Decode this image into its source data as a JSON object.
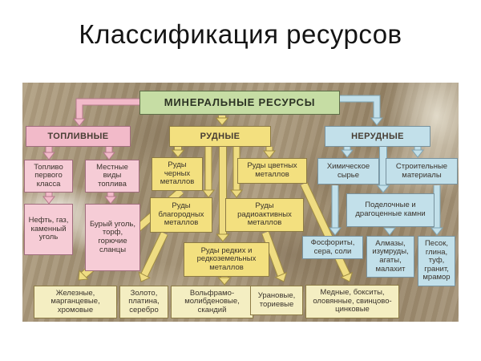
{
  "title": "Классификация ресурсов",
  "colors": {
    "green_box": "#c6dda4",
    "pink_box": "#f2bac9",
    "pink_light_box": "#f6ccd6",
    "yellow_box": "#f3e07f",
    "yellow_pale_box": "#f4eec2",
    "blue_box": "#c2e0ea",
    "arrow_pink": "#f2bac9",
    "arrow_pink_outline": "#b5798c",
    "arrow_yellow": "#efdc82",
    "arrow_yellow_outline": "#a08c42",
    "arrow_blue": "#c2e0ea",
    "arrow_blue_outline": "#7fa3b2"
  },
  "diagram": {
    "root": {
      "label": "МИНЕРАЛЬНЫЕ РЕСУРСЫ"
    },
    "branches": {
      "fuel": {
        "label": "ТОПЛИВНЫЕ"
      },
      "ore": {
        "label": "РУДНЫЕ"
      },
      "nonore": {
        "label": "НЕРУДНЫЕ"
      }
    },
    "nodes": {
      "fuel_class1": {
        "label": "Топливо первого класса"
      },
      "fuel_local": {
        "label": "Местные виды топлива"
      },
      "fuel_class1_items": {
        "label": "Нефть, газ, каменный уголь"
      },
      "fuel_local_items": {
        "label": "Бурый уголь, торф, горючие сланцы"
      },
      "ore_ferrous": {
        "label": "Руды черных металлов"
      },
      "ore_nonferrous": {
        "label": "Руды цветных металлов"
      },
      "ore_noble": {
        "label": "Руды благородных металлов"
      },
      "ore_radioactive": {
        "label": "Руды радиоактивных металлов"
      },
      "ore_rare": {
        "label": "Руды редких и редкоземельных металлов"
      },
      "ore_ferrous_items": {
        "label": "Железные, марганцевые, хромовые"
      },
      "ore_noble_items": {
        "label": "Золото, платина, серебро"
      },
      "ore_rare_items": {
        "label": "Вольфрамо-молибденовые, скандий"
      },
      "ore_radioactive_items": {
        "label": "Урановые, ториевые"
      },
      "ore_nonferrous_items": {
        "label": "Медные, бокситы, оловянные, свинцово-цинковые"
      },
      "chem": {
        "label": "Химическое сырье"
      },
      "building": {
        "label": "Строительные материалы"
      },
      "gems": {
        "label": "Поделочные и драгоценные камни"
      },
      "chem_items": {
        "label": "Фосфориты, сера, соли"
      },
      "gems_items": {
        "label": "Алмазы, изумруды, агаты, малахит"
      },
      "building_items": {
        "label": "Песок, глина, туф, гранит, мрамор"
      }
    }
  }
}
